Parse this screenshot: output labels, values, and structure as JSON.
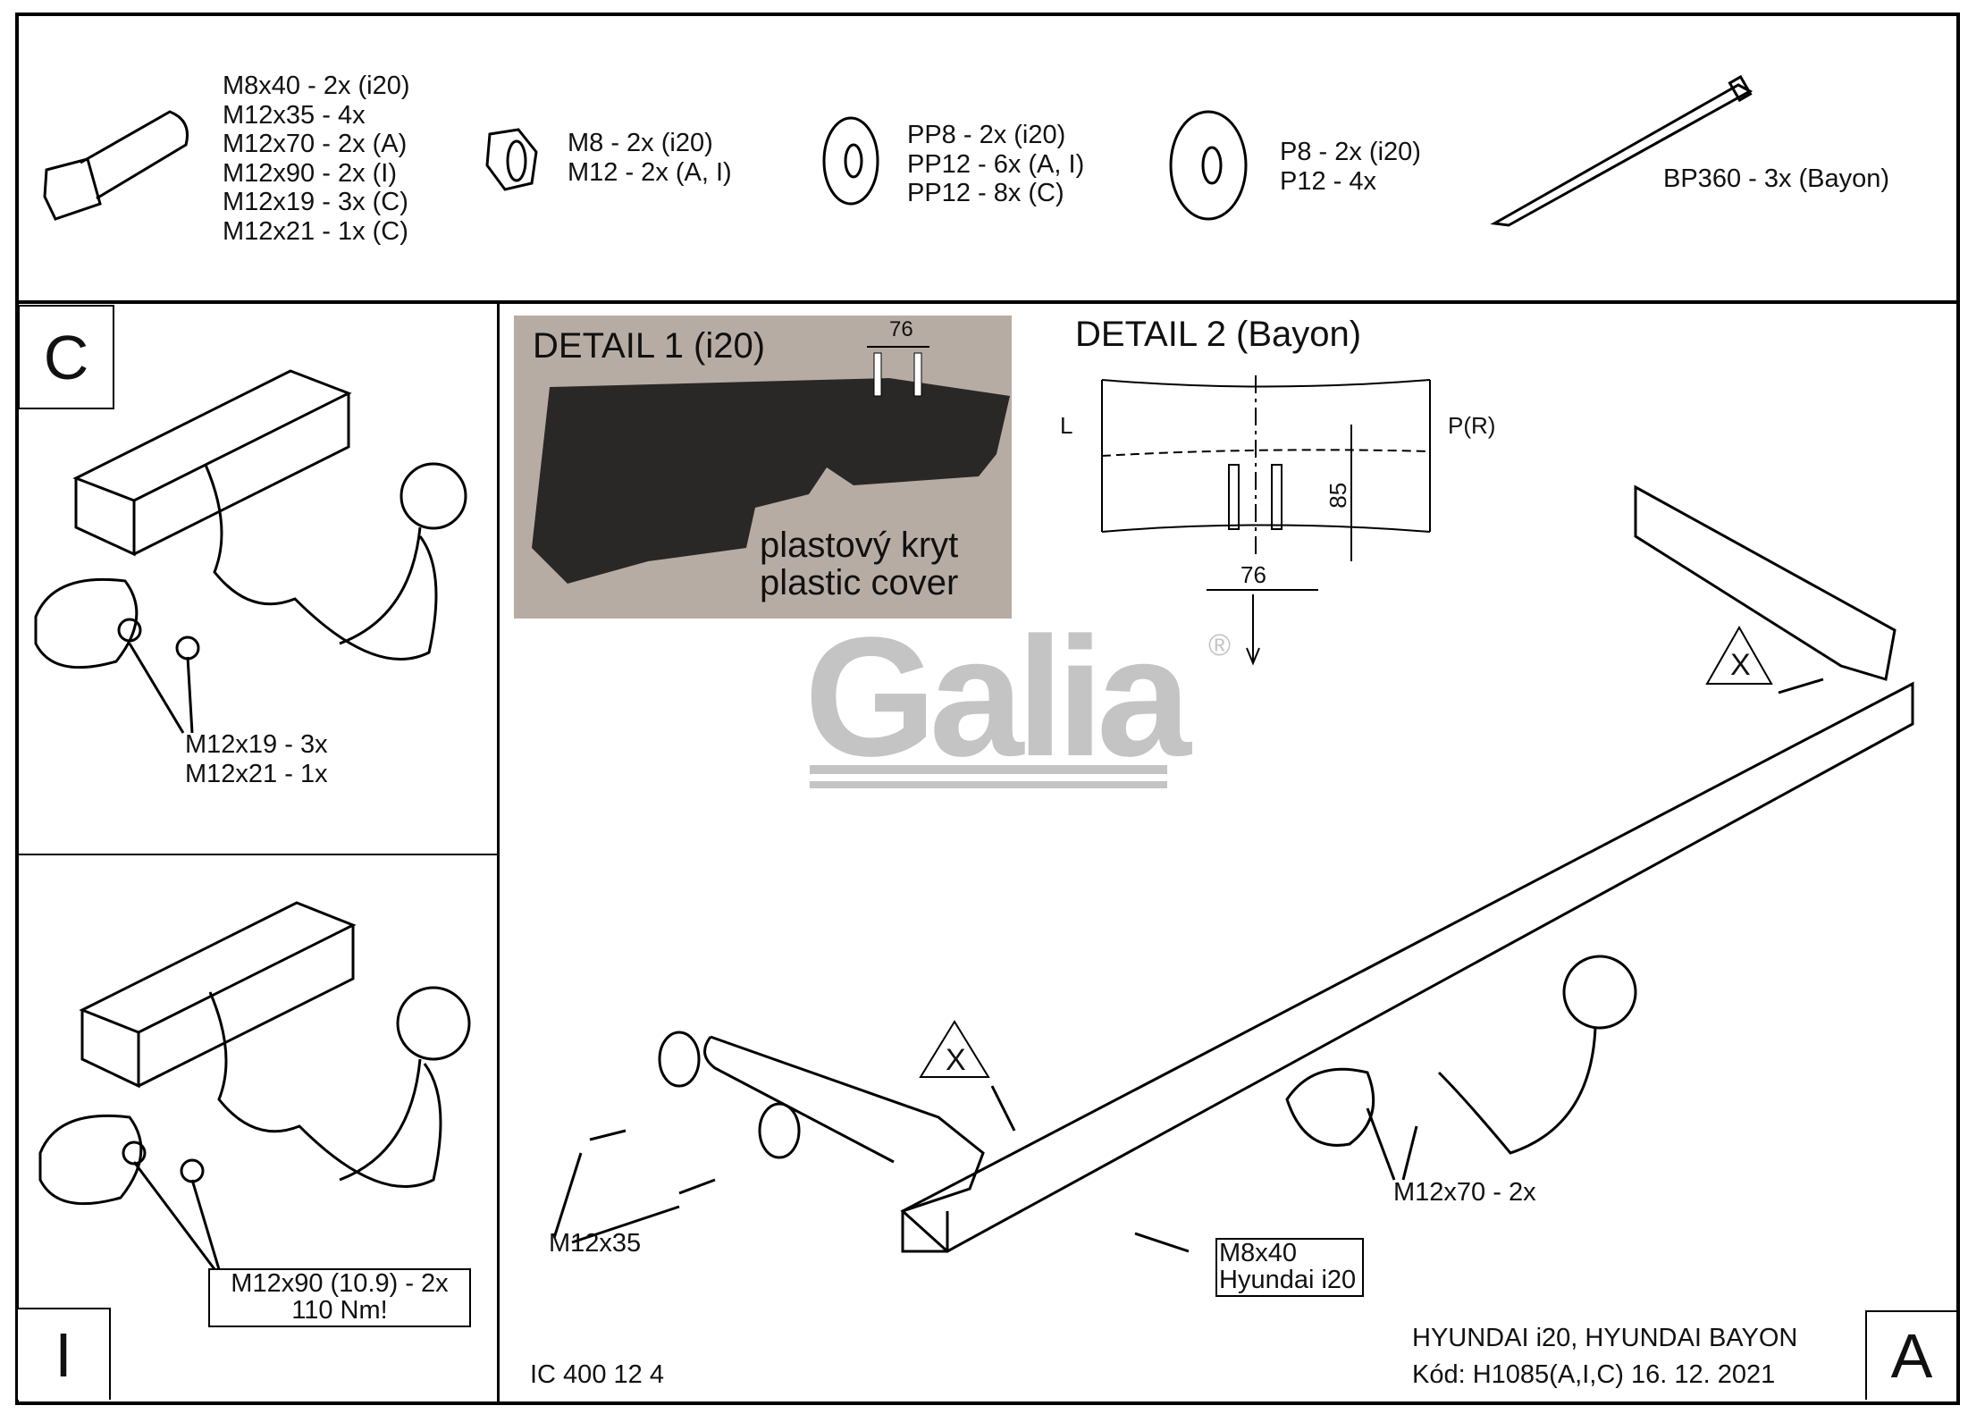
{
  "parts": {
    "bolt": [
      "M8x40 - 2x (i20)",
      "M12x35 - 4x",
      "M12x70 - 2x (A)",
      "M12x90 - 2x (I)",
      "M12x19 - 3x (C)",
      "M12x21 - 1x (C)"
    ],
    "nut": [
      "M8 - 2x (i20)",
      "M12 - 2x (A, I)"
    ],
    "spring_washer": [
      "PP8 - 2x (i20)",
      "PP12 - 6x (A, I)",
      "PP12 - 8x (C)"
    ],
    "flat_washer": [
      "P8 - 2x (i20)",
      "P12 - 4x"
    ],
    "cable_tie": [
      "BP360 - 3x (Bayon)"
    ]
  },
  "panel_c": {
    "letter": "C",
    "labels": [
      "M12x19 - 3x",
      "M12x21 - 1x"
    ]
  },
  "panel_i": {
    "letter": "I",
    "labels": [
      "M12x90 (10.9) - 2x",
      "110 Nm!"
    ]
  },
  "panel_a": {
    "letter": "A"
  },
  "detail1": {
    "title": "DETAIL 1 (i20)",
    "dimension": "76",
    "caption": [
      "plastový kryt",
      "plastic cover"
    ]
  },
  "detail2": {
    "title": "DETAIL 2 (Bayon)",
    "left": "L",
    "right": "P(R)",
    "dim_vertical": "85",
    "dim_horizontal": "76"
  },
  "logo": {
    "text": "Galia",
    "mark": "®"
  },
  "main": {
    "warning": "X",
    "labels": {
      "m12x35": "M12x35",
      "m12x70": "M12x70 - 2x",
      "m8x40": [
        "M8x40",
        "Hyundai i20"
      ]
    }
  },
  "footer": {
    "code": "IC 400 12 4",
    "vehicle": "HYUNDAI  i20, HYUNDAI BAYON",
    "kod": "Kód: H1085(A,I,C)  16. 12. 2021"
  }
}
